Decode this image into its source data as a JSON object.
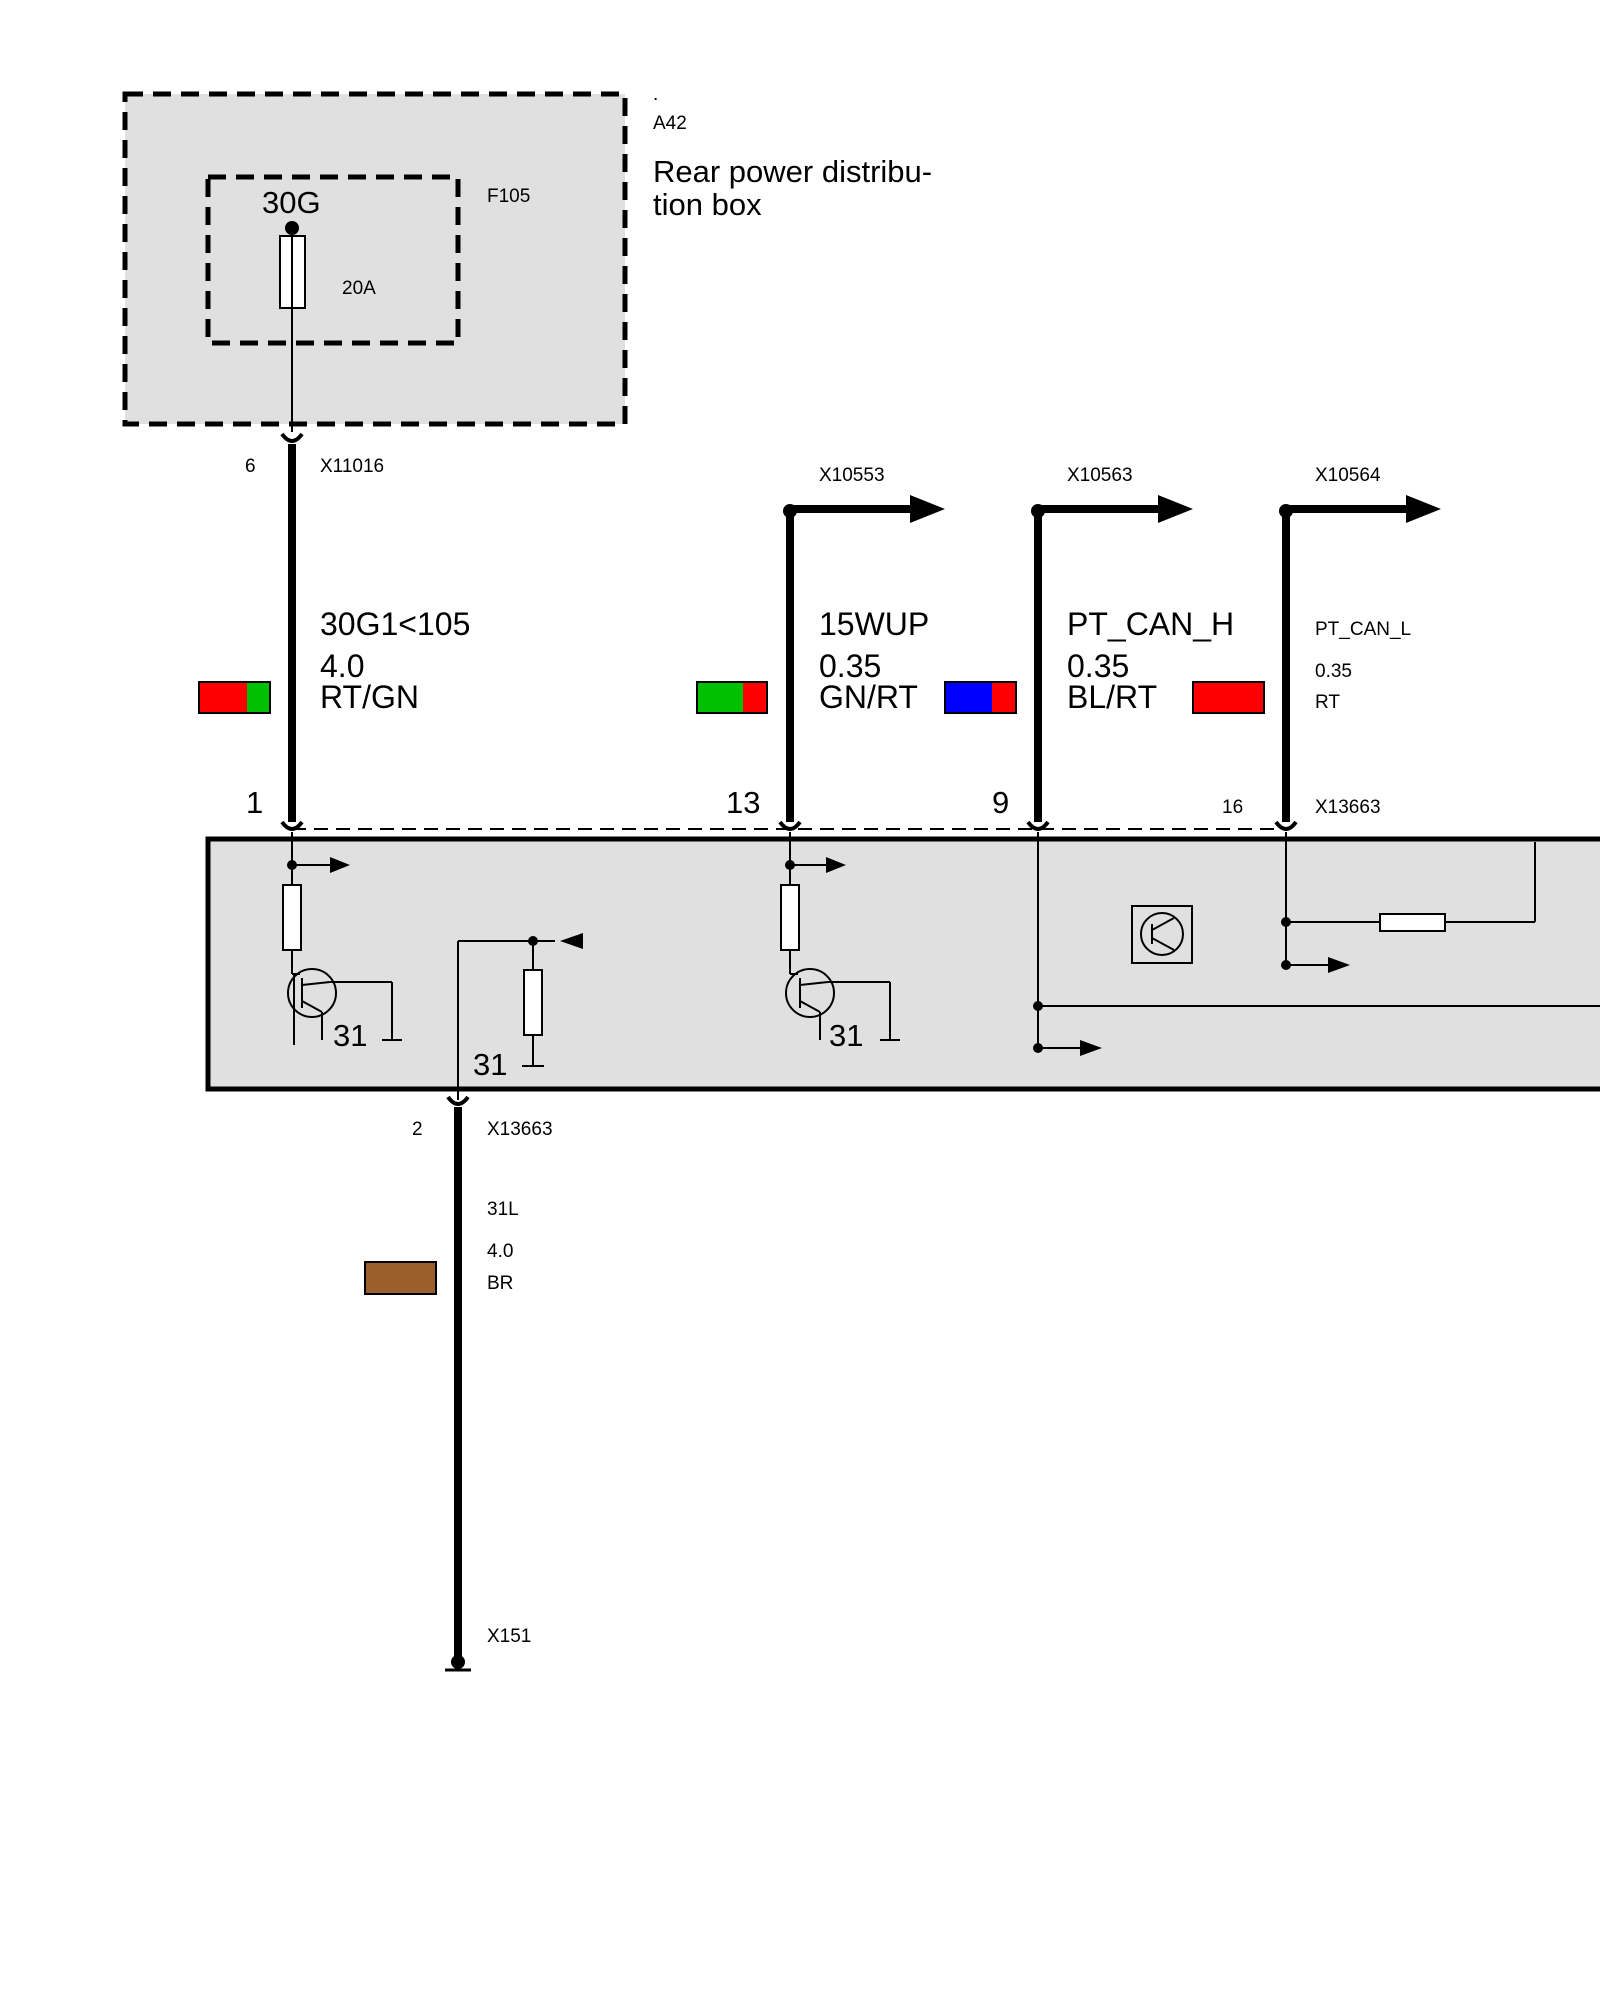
{
  "power_box": {
    "dot": ".",
    "id": "A42",
    "title_line1": "Rear power distribu-",
    "title_line2": "tion box",
    "terminal": "30G",
    "fuse_id": "F105",
    "fuse_rating": "20A"
  },
  "connector_top": {
    "pin": "6",
    "id": "X11016"
  },
  "wires": [
    {
      "name": "30G1<105",
      "gauge": "4.0",
      "color_code": "RT/GN",
      "pin": "1",
      "colors": [
        "#ff0000",
        "#00c000"
      ]
    },
    {
      "name": "15WUP",
      "gauge": "0.35",
      "color_code": "GN/RT",
      "pin": "13",
      "target": "X10553",
      "colors": [
        "#00c000",
        "#ff0000"
      ]
    },
    {
      "name": "PT_CAN_H",
      "gauge": "0.35",
      "color_code": "BL/RT",
      "pin": "9",
      "target": "X10563",
      "colors": [
        "#0000ff",
        "#ff0000"
      ]
    },
    {
      "name": "PT_CAN_L",
      "gauge": "0.35",
      "color_code": "RT",
      "pin": "16",
      "target": "X10564",
      "colors": [
        "#ff0000"
      ]
    }
  ],
  "module": {
    "connector": "X13663",
    "ground_labels": [
      "31",
      "31",
      "31"
    ]
  },
  "ground_wire": {
    "pin": "2",
    "connector": "X13663",
    "name": "31L",
    "gauge": "4.0",
    "color_code": "BR",
    "color": "#9b5f2e",
    "ground_point": "X151"
  }
}
